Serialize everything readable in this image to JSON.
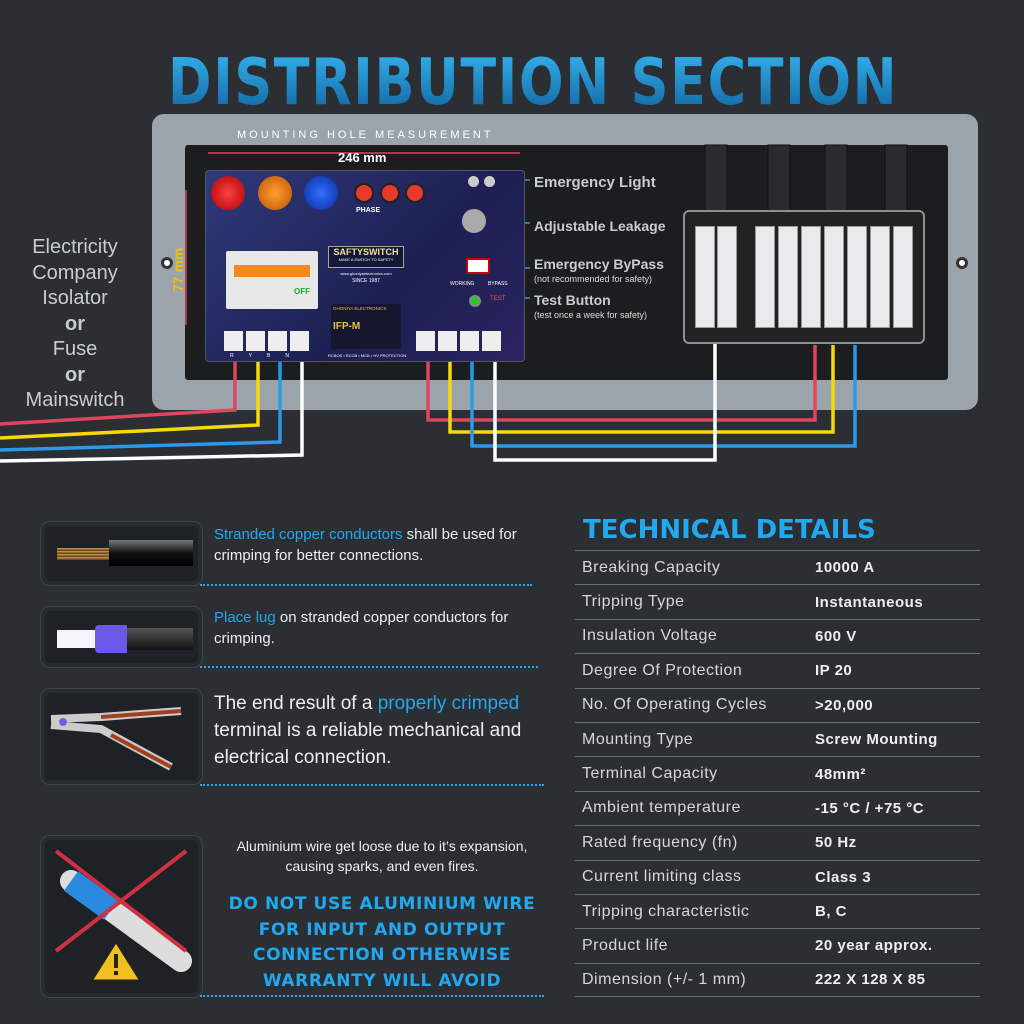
{
  "title": "DISTRIBUTION SECTION",
  "diagram": {
    "mounting_label": "MOUNTING HOLE MEASUREMENT",
    "width_label": "246 mm",
    "height_label": "77 mm",
    "source_label": [
      "Electricity",
      "Company",
      "Isolator",
      "or",
      "Fuse",
      "or",
      "Mainswitch"
    ],
    "callouts": {
      "emergency_light": "Emergency Light",
      "adjustable_leakage": "Adjustable Leakage",
      "emergency_bypass": "Emergency ByPass",
      "bypass_note": "(not recommended for safety)",
      "test_button": "Test Button",
      "test_note": "(test once a week for safety)"
    },
    "device": {
      "brand": "SAFTYSWITCH",
      "tagline": "MAKE A SWITCH TO SAFETY",
      "website": "www.ghoniyaelectronics.com",
      "since": "SINCE 1987",
      "phase": "PHASE",
      "maker": "GHONIYA ELECTRONICS",
      "model": "IFP-M",
      "footer": "RCBOS • RCCB • MCB • HV PROTECTION",
      "off": "OFF",
      "working": "WORKING",
      "bypass": "BYPASS",
      "test": "TEST",
      "terminals": [
        "R",
        "Y",
        "B",
        "N"
      ]
    }
  },
  "tips": [
    {
      "highlight": "Stranded copper conductors",
      "text": " shall be used for crimping for better connections."
    },
    {
      "highlight": "Place lug",
      "text": " on stranded copper conductors for crimping."
    },
    {
      "pre": "The end result of a ",
      "highlight": "properly crimped",
      "text": " terminal is a reliable mechanical and electrical connection."
    }
  ],
  "aluminium": {
    "note": "Aluminium wire get loose due to it’s expansion, causing sparks, and even fires.",
    "warning": "DO NOT USE ALUMINIUM WIRE FOR INPUT AND OUTPUT CONNECTION OTHERWISE WARRANTY WILL AVOID"
  },
  "technical": {
    "title": "TECHNICAL  DETAILS",
    "rows": [
      {
        "k": "Breaking Capacity",
        "v": "10000 A"
      },
      {
        "k": "Tripping Type",
        "v": "Instantaneous"
      },
      {
        "k": "Insulation Voltage",
        "v": "600 V"
      },
      {
        "k": "Degree Of Protection",
        "v": "IP 20"
      },
      {
        "k": "No. Of Operating Cycles",
        "v": ">20,000"
      },
      {
        "k": "Mounting Type",
        "v": "Screw Mounting"
      },
      {
        "k": "Terminal Capacity",
        "v": "48mm²"
      },
      {
        "k": "Ambient temperature",
        "v": "-15 °C / +75 °C"
      },
      {
        "k": "Rated frequency (fn)",
        "v": "50 Hz"
      },
      {
        "k": "Current limiting class",
        "v": "Class 3"
      },
      {
        "k": "Tripping characteristic",
        "v": "B, C"
      },
      {
        "k": "Product life",
        "v": "20 year approx."
      },
      {
        "k": "Dimension (+/- 1 mm)",
        "v": "222 X 128 X 85"
      }
    ]
  },
  "colors": {
    "accent": "#22a8ef",
    "red": "#e0455f",
    "yellow": "#f5d90a",
    "blue": "#2a9ae6",
    "white": "#ffffff"
  }
}
